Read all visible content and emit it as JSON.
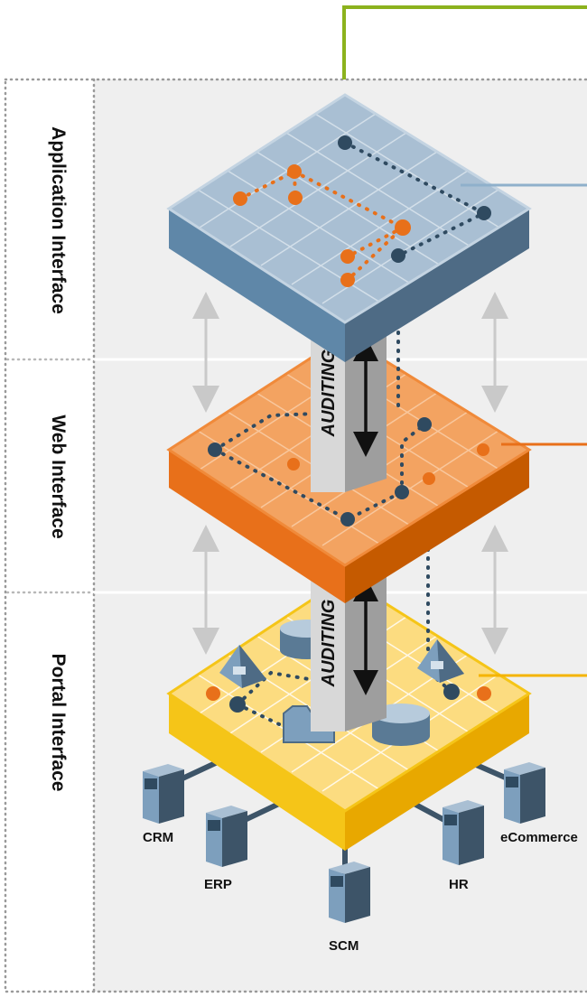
{
  "layers": [
    {
      "label": "Application Interface"
    },
    {
      "label": "Web Interface"
    },
    {
      "label": "Portal Interface"
    }
  ],
  "auditing": [
    "AUDITING",
    "AUDITING"
  ],
  "systems": [
    {
      "name": "CRM"
    },
    {
      "name": "ERP"
    },
    {
      "name": "SCM"
    },
    {
      "name": "HR"
    },
    {
      "name": "eCommerce"
    }
  ],
  "colors": {
    "application": "#7d9fbd",
    "web": "#e8701a",
    "portal": "#fcc93a",
    "connector_green": "#8cb21d",
    "node_dark": "#2f4a60",
    "node_orange": "#e8701a"
  }
}
